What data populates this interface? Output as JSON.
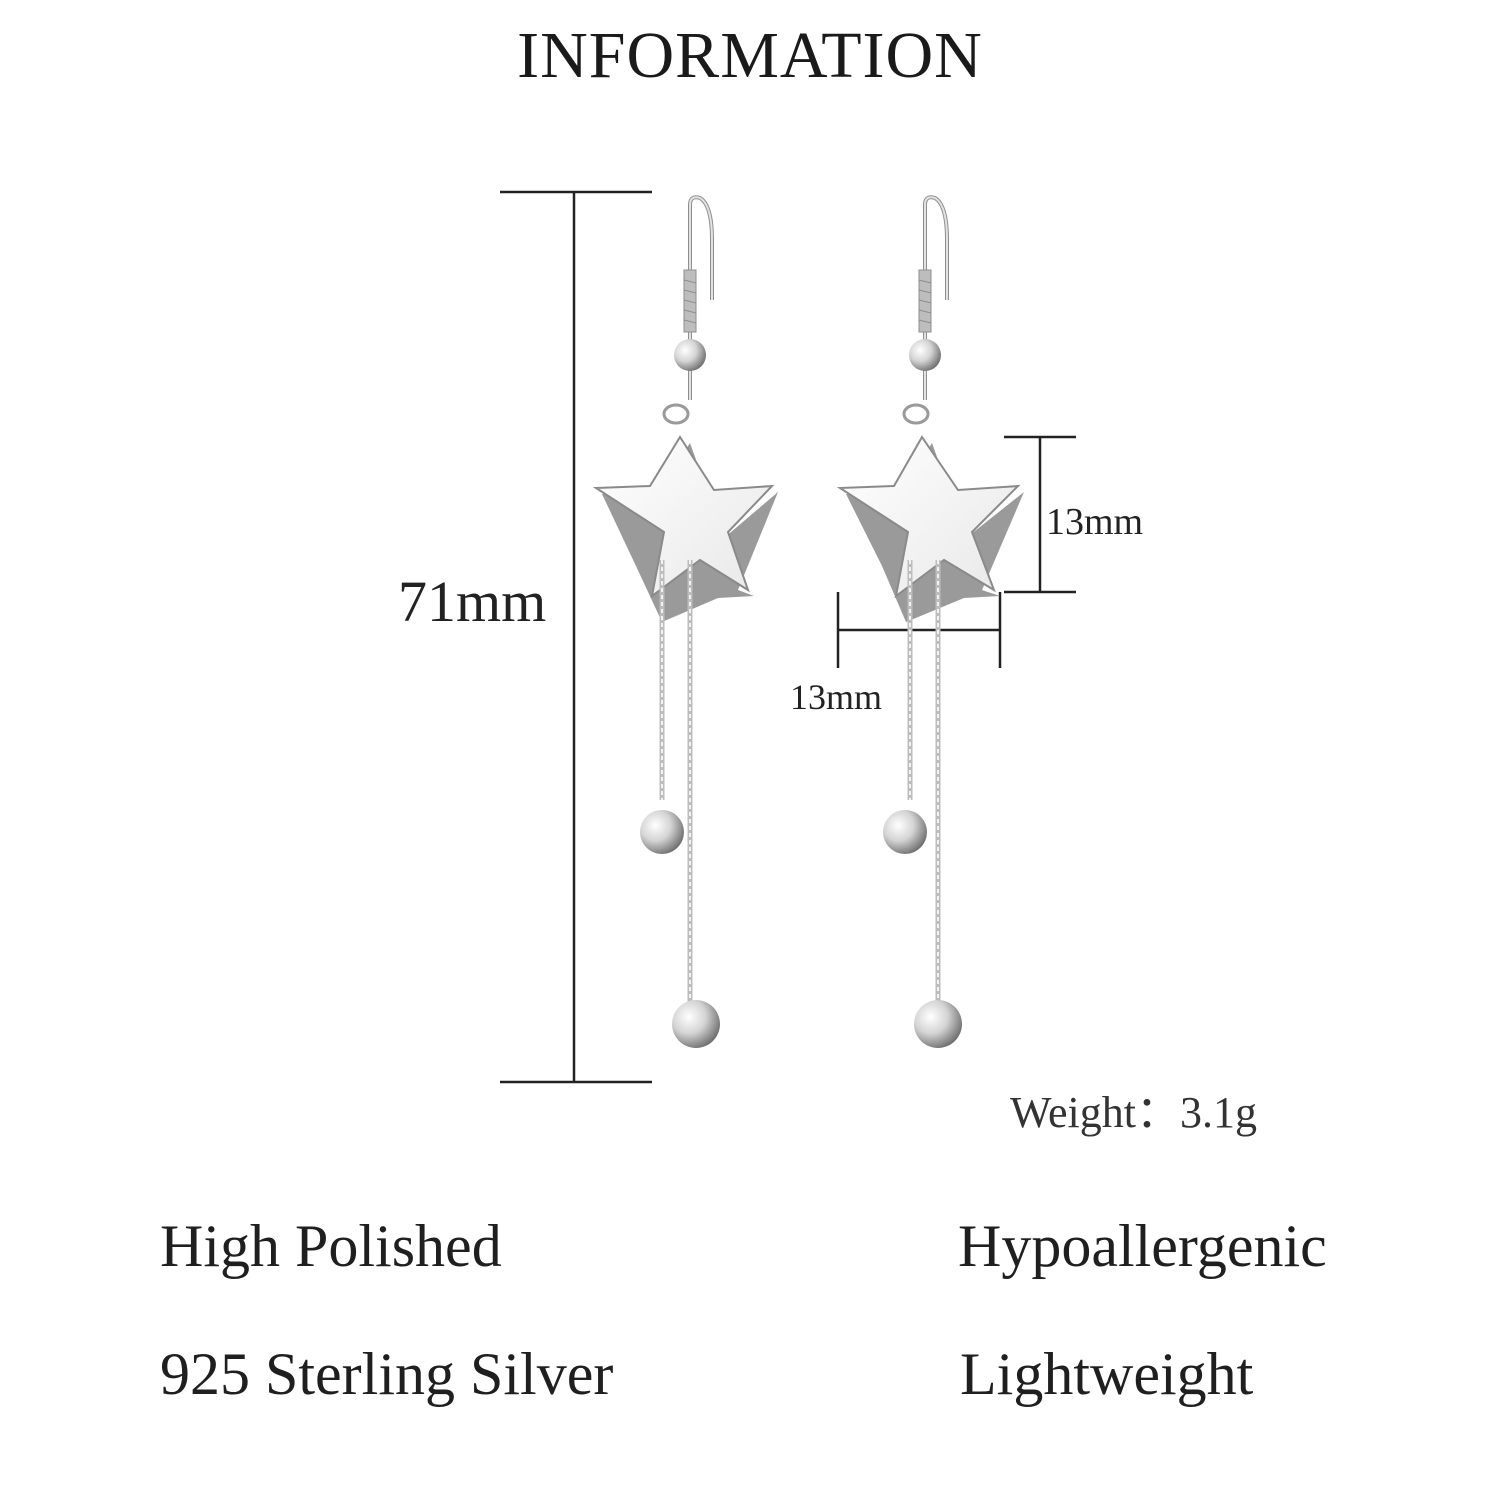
{
  "header": {
    "title": "INFORMATION"
  },
  "dimensions": {
    "length_label": "71mm",
    "star_height_label": "13mm",
    "star_width_label": "13mm"
  },
  "weight": {
    "label": "Weight：",
    "value": "3.1g"
  },
  "features": [
    {
      "label": "High Polished"
    },
    {
      "label": "Hypoallergenic"
    },
    {
      "label": "925 Sterling Silver"
    },
    {
      "label": "Lightweight"
    }
  ],
  "colors": {
    "metal": "#d9d9d9",
    "metal_shadow": "#8e8e8e",
    "line": "#222222",
    "background": "#ffffff"
  }
}
